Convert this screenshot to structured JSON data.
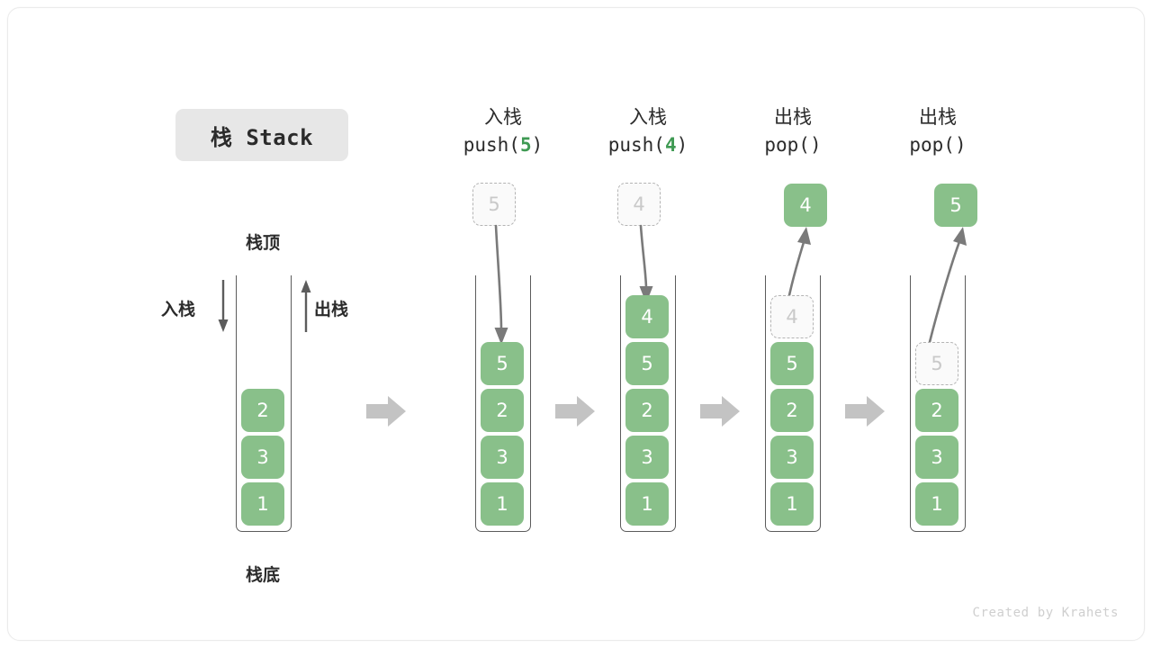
{
  "title": {
    "text": "栈 Stack"
  },
  "credit": {
    "text": "Created by Krahets"
  },
  "legend": {
    "top_label": "栈顶",
    "bottom_label": "栈底",
    "push_label": "入栈",
    "pop_label": "出栈"
  },
  "colors": {
    "cell_fill": "#89c08a",
    "cell_text": "#ffffff",
    "ghost_fill": "#fafafa",
    "ghost_border": "#b4b4b4",
    "ghost_text": "#c9c9c9",
    "container_stroke": "#5c5c5c",
    "arrow_gray": "#c3c3c3",
    "curve_arrow": "#7a7a7a",
    "badge_bg": "#e7e7e7",
    "accent_green": "#3f9a53",
    "text_dark": "#2b2b2b",
    "credit_text": "#cfcfcf"
  },
  "columns": [
    {
      "id": "initial",
      "op_cn": "",
      "op_code": "",
      "op_code_num": "",
      "floating_cell": null,
      "floating_state": "none",
      "cells": [
        {
          "value": "2",
          "state": "solid"
        },
        {
          "value": "3",
          "state": "solid"
        },
        {
          "value": "1",
          "state": "solid"
        }
      ]
    },
    {
      "id": "push-5",
      "op_cn": "入栈",
      "op_code_prefix": "push(",
      "op_code_num": "5",
      "op_code_suffix": ")",
      "floating_cell": "5",
      "floating_state": "ghost",
      "cells": [
        {
          "value": "5",
          "state": "solid"
        },
        {
          "value": "2",
          "state": "solid"
        },
        {
          "value": "3",
          "state": "solid"
        },
        {
          "value": "1",
          "state": "solid"
        }
      ]
    },
    {
      "id": "push-4",
      "op_cn": "入栈",
      "op_code_prefix": "push(",
      "op_code_num": "4",
      "op_code_suffix": ")",
      "floating_cell": "4",
      "floating_state": "ghost",
      "cells": [
        {
          "value": "4",
          "state": "solid"
        },
        {
          "value": "5",
          "state": "solid"
        },
        {
          "value": "2",
          "state": "solid"
        },
        {
          "value": "3",
          "state": "solid"
        },
        {
          "value": "1",
          "state": "solid"
        }
      ]
    },
    {
      "id": "pop-4",
      "op_cn": "出栈",
      "op_code_prefix": "pop(",
      "op_code_num": "",
      "op_code_suffix": ")",
      "floating_cell": "4",
      "floating_state": "solid",
      "cells": [
        {
          "value": "4",
          "state": "ghost"
        },
        {
          "value": "5",
          "state": "solid"
        },
        {
          "value": "2",
          "state": "solid"
        },
        {
          "value": "3",
          "state": "solid"
        },
        {
          "value": "1",
          "state": "solid"
        }
      ]
    },
    {
      "id": "pop-5",
      "op_cn": "出栈",
      "op_code_prefix": "pop(",
      "op_code_num": "",
      "op_code_suffix": ")",
      "floating_cell": "5",
      "floating_state": "solid",
      "cells": [
        {
          "value": "5",
          "state": "ghost"
        },
        {
          "value": "2",
          "state": "solid"
        },
        {
          "value": "3",
          "state": "solid"
        },
        {
          "value": "1",
          "state": "solid"
        }
      ]
    }
  ]
}
